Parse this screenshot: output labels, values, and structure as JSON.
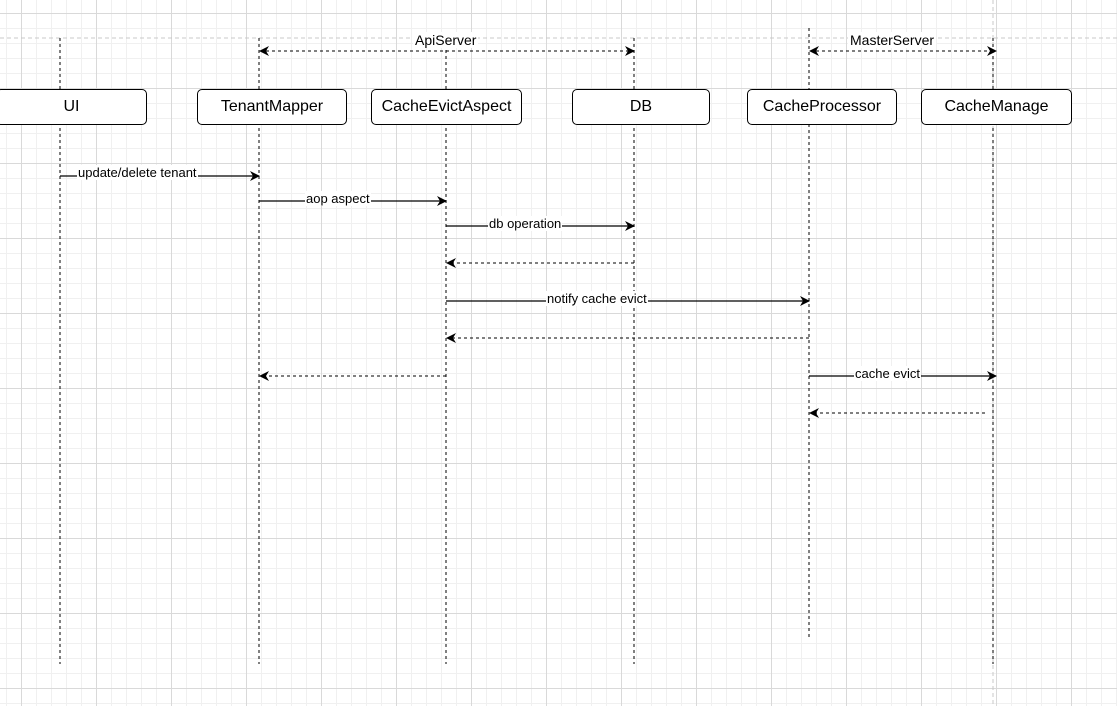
{
  "groups": {
    "api_server": "ApiServer",
    "master_server": "MasterServer"
  },
  "participants": {
    "ui": "UI",
    "tenant_mapper": "TenantMapper",
    "cache_evict_aspect": "CacheEvictAspect",
    "db": "DB",
    "cache_processor": "CacheProcessor",
    "cache_manage": "CacheManage"
  },
  "messages": {
    "update_delete_tenant": "update/delete tenant",
    "aop_aspect": "aop aspect",
    "db_operation": "db operation",
    "notify_cache_evict": "notify cache evict",
    "cache_evict": "cache evict"
  },
  "colors": {
    "line": "#000000",
    "grid_major": "#d9d9d9",
    "grid_minor": "#f0f0f0",
    "background": "#ffffff"
  }
}
